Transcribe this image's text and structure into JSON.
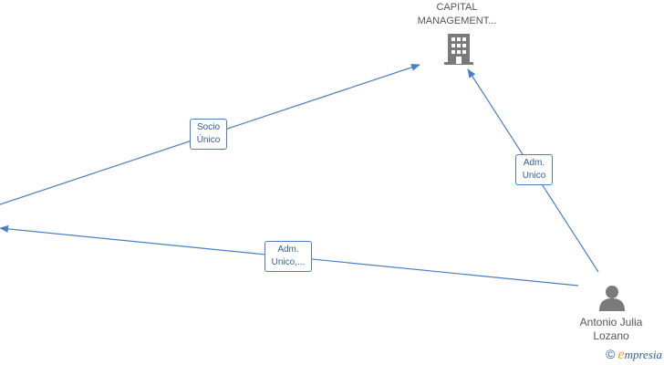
{
  "nodes": {
    "company": {
      "label_line1": "CAPITAL",
      "label_line2": "MANAGEMENT...",
      "icon": "building-icon"
    },
    "person": {
      "label_line1": "Antonio Julia",
      "label_line2": "Lozano",
      "icon": "person-icon"
    }
  },
  "edges": [
    {
      "line1": "Socio",
      "line2": "Único"
    },
    {
      "line1": "Adm.",
      "line2": "Unico"
    },
    {
      "line1": "Adm.",
      "line2": "Unico,..."
    }
  ],
  "watermark": {
    "copyright": "©",
    "brand_first": "e",
    "brand_rest": "mpresia"
  },
  "colors": {
    "edge": "#4a7fc1",
    "icon": "#7a7a7a",
    "label_text": "#555555",
    "brand_accent": "#f0a020"
  }
}
